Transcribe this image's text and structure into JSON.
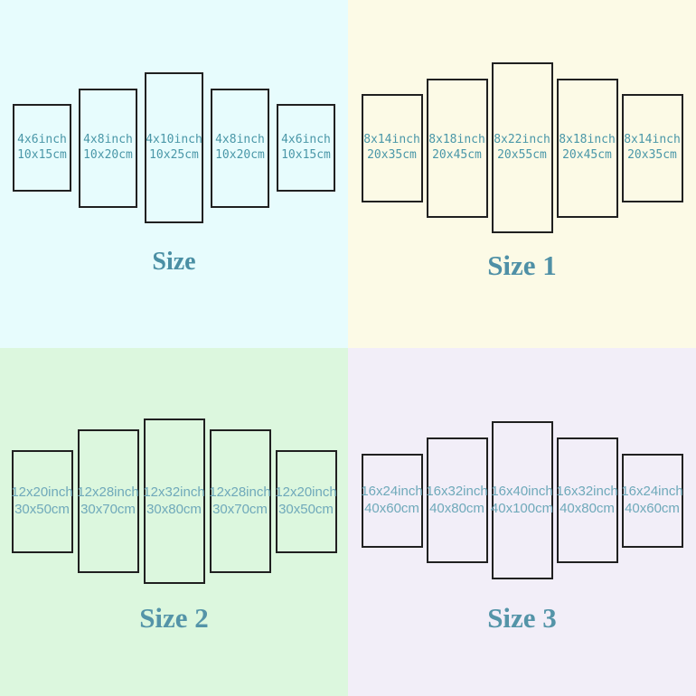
{
  "colors": {
    "quadrant_backgrounds": [
      "#e7fcfd",
      "#fcfae6",
      "#dcf7de",
      "#f2eef8"
    ],
    "panel_border": "#202020",
    "label_text_top": "#4a97a8",
    "label_text_bottom": "#6fa9ba",
    "title_text": "#4f90a6"
  },
  "quadrants": [
    {
      "title": "Size",
      "panels": [
        {
          "line1": "4x6inch",
          "line2": "10x15cm"
        },
        {
          "line1": "4x8inch",
          "line2": "10x20cm"
        },
        {
          "line1": "4x10inch",
          "line2": "10x25cm"
        },
        {
          "line1": "4x8inch",
          "line2": "10x20cm"
        },
        {
          "line1": "4x6inch",
          "line2": "10x15cm"
        }
      ]
    },
    {
      "title": "Size 1",
      "panels": [
        {
          "line1": "8x14inch",
          "line2": "20x35cm"
        },
        {
          "line1": "8x18inch",
          "line2": "20x45cm"
        },
        {
          "line1": "8x22inch",
          "line2": "20x55cm"
        },
        {
          "line1": "8x18inch",
          "line2": "20x45cm"
        },
        {
          "line1": "8x14inch",
          "line2": "20x35cm"
        }
      ]
    },
    {
      "title": "Size 2",
      "panels": [
        {
          "line1": "12x20inch",
          "line2": "30x50cm"
        },
        {
          "line1": "12x28inch",
          "line2": "30x70cm"
        },
        {
          "line1": "12x32inch",
          "line2": "30x80cm"
        },
        {
          "line1": "12x28inch",
          "line2": "30x70cm"
        },
        {
          "line1": "12x20inch",
          "line2": "30x50cm"
        }
      ]
    },
    {
      "title": "Size 3",
      "panels": [
        {
          "line1": "16x24inch",
          "line2": "40x60cm"
        },
        {
          "line1": "16x32inch",
          "line2": "40x80cm"
        },
        {
          "line1": "16x40inch",
          "line2": "40x100cm"
        },
        {
          "line1": "16x32inch",
          "line2": "40x80cm"
        },
        {
          "line1": "16x24inch",
          "line2": "40x60cm"
        }
      ]
    }
  ]
}
